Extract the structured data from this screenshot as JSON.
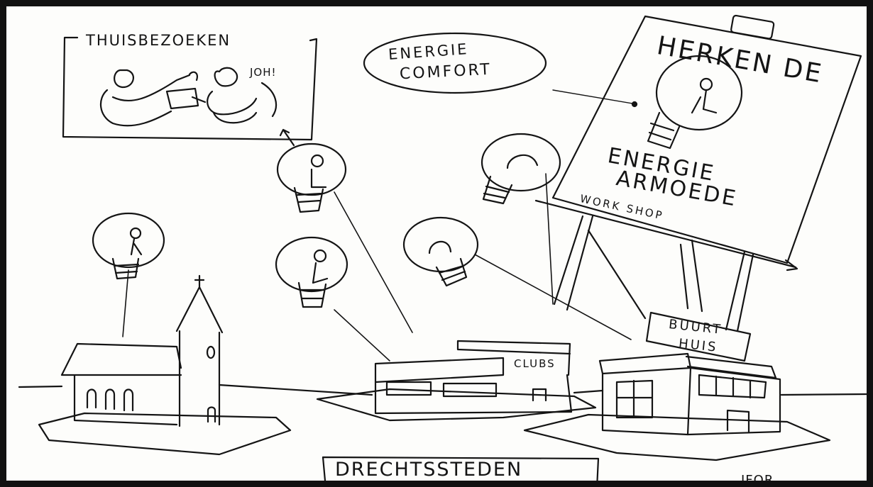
{
  "labels": {
    "thuisbezoeken": "THUISBEZOEKEN",
    "joh": "JOH!",
    "energie_comfort_line1": "ENERGIE",
    "energie_comfort_line2": "COMFORT",
    "poster_line1": "HERKEN DE",
    "poster_line2": "ENERGIE",
    "poster_line3": "ARMOEDE",
    "poster_line4": "WORK SHOP",
    "clubs": "CLUBS",
    "buurthuis_line1": "BUURT",
    "buurthuis_line2": "HUIS",
    "drechtssteden": "DRECHTSSTEDEN",
    "signature": "IFOR"
  },
  "colors": {
    "ink": "#141414",
    "paper": "#fdfdfb",
    "frame": "#111111"
  },
  "icons": [
    "lightbulb-icon",
    "church-icon",
    "clubs-building-icon",
    "buurthuis-building-icon",
    "easel-poster-icon"
  ]
}
